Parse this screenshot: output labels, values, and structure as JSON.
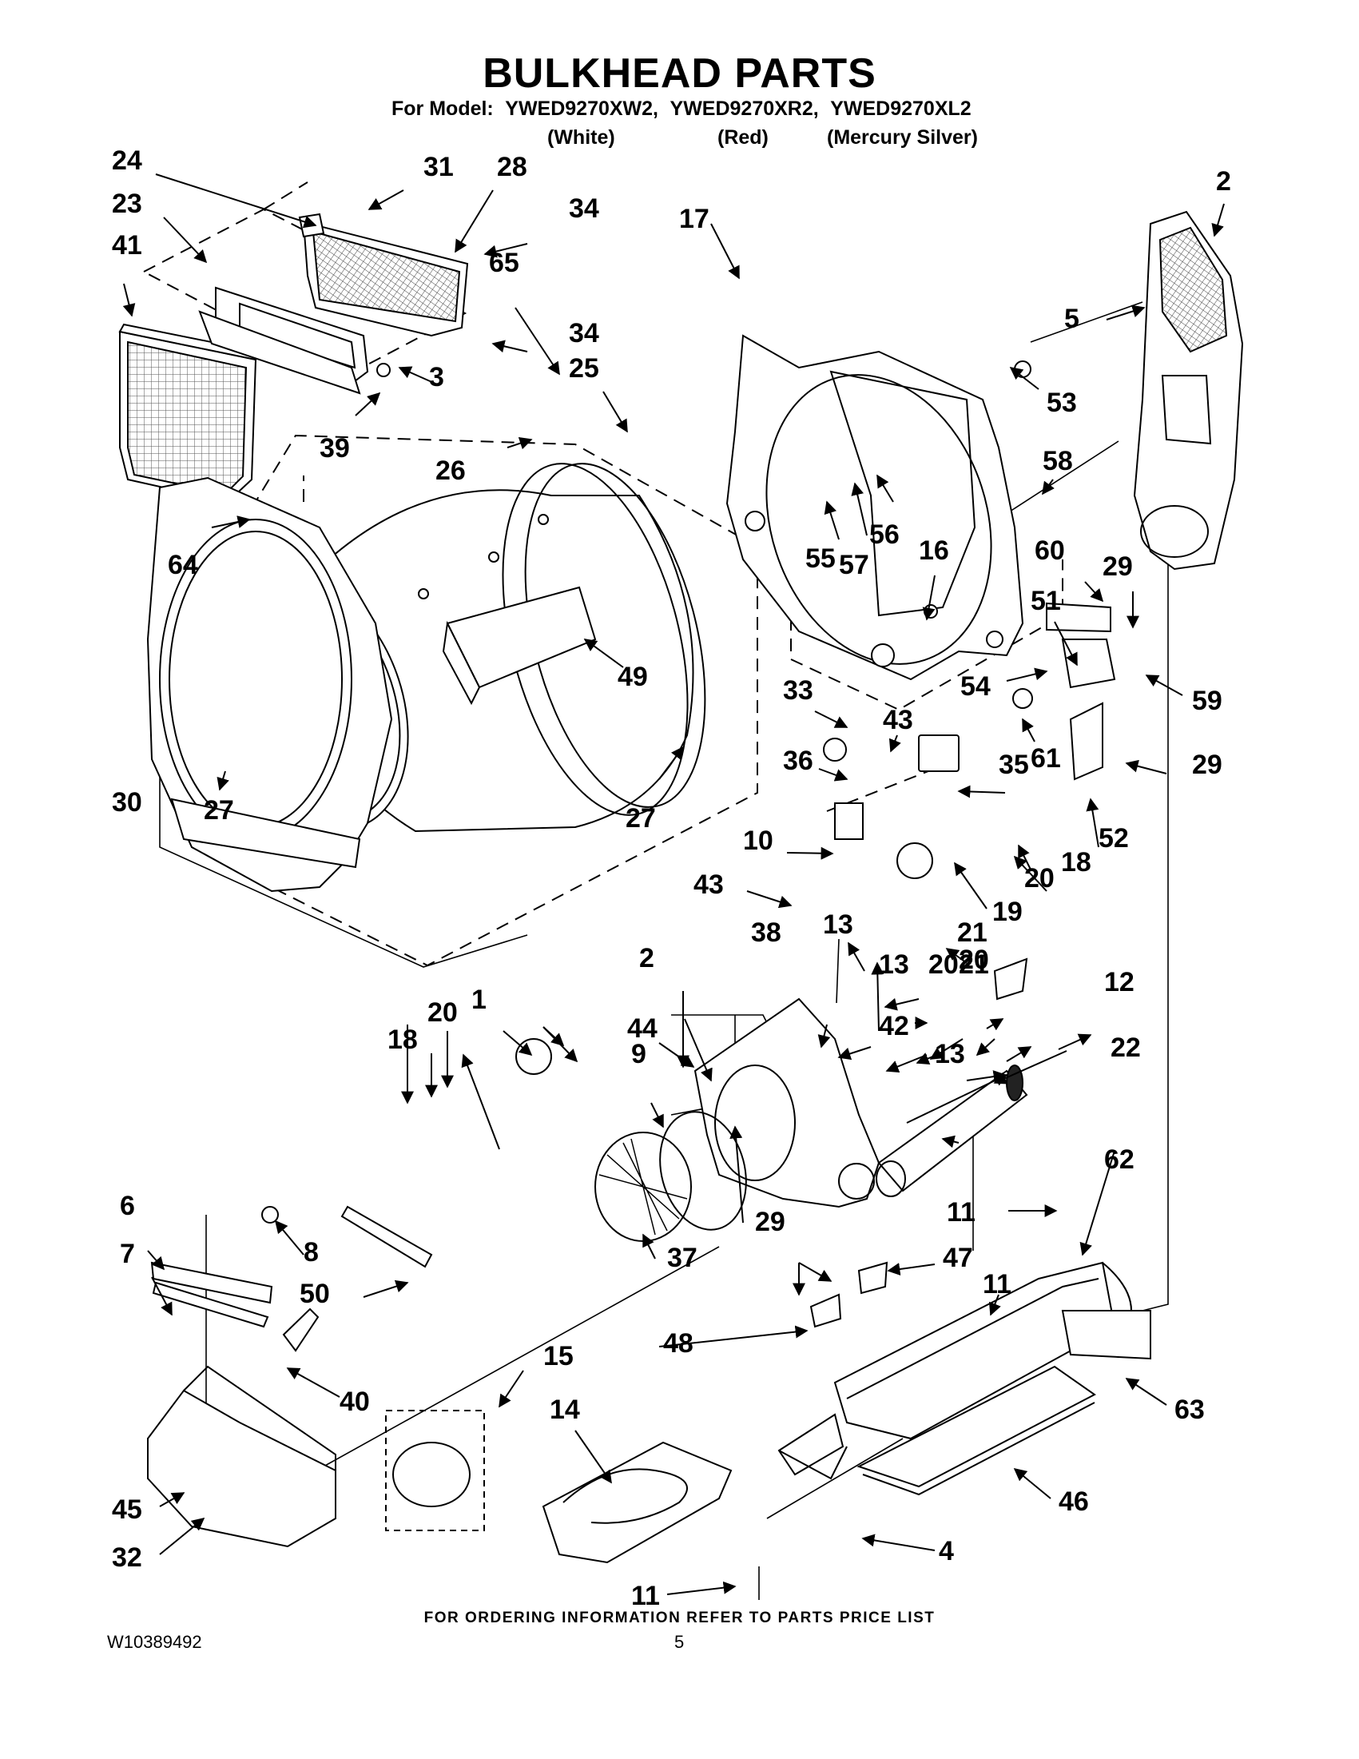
{
  "header": {
    "title": "BULKHEAD PARTS",
    "for_model_label": "For Model:",
    "models": [
      "YWED9270XW2,",
      "YWED9270XR2,",
      "YWED9270XL2"
    ],
    "colors": [
      "(White)",
      "(Red)",
      "(Mercury Silver)"
    ]
  },
  "callouts": [
    "24",
    "31",
    "28",
    "34",
    "17",
    "2",
    "23",
    "41",
    "65",
    "34",
    "5",
    "3",
    "25",
    "53",
    "39",
    "26",
    "58",
    "55",
    "57",
    "56",
    "16",
    "60",
    "29",
    "64",
    "49",
    "51",
    "54",
    "59",
    "33",
    "43",
    "61",
    "29",
    "36",
    "35",
    "52",
    "10",
    "18",
    "43",
    "20",
    "19",
    "21",
    "20",
    "27",
    "27",
    "30",
    "13",
    "13",
    "20",
    "21",
    "12",
    "2",
    "38",
    "18",
    "20",
    "1",
    "44",
    "42",
    "13",
    "22",
    "9",
    "62",
    "6",
    "11",
    "29",
    "47",
    "7",
    "8",
    "37",
    "11",
    "50",
    "48",
    "15",
    "14",
    "40",
    "63",
    "46",
    "45",
    "4",
    "32",
    "11"
  ],
  "footer": {
    "ordering_note": "FOR ORDERING INFORMATION REFER TO PARTS PRICE LIST",
    "document_number": "W10389492",
    "page_number": "5"
  }
}
